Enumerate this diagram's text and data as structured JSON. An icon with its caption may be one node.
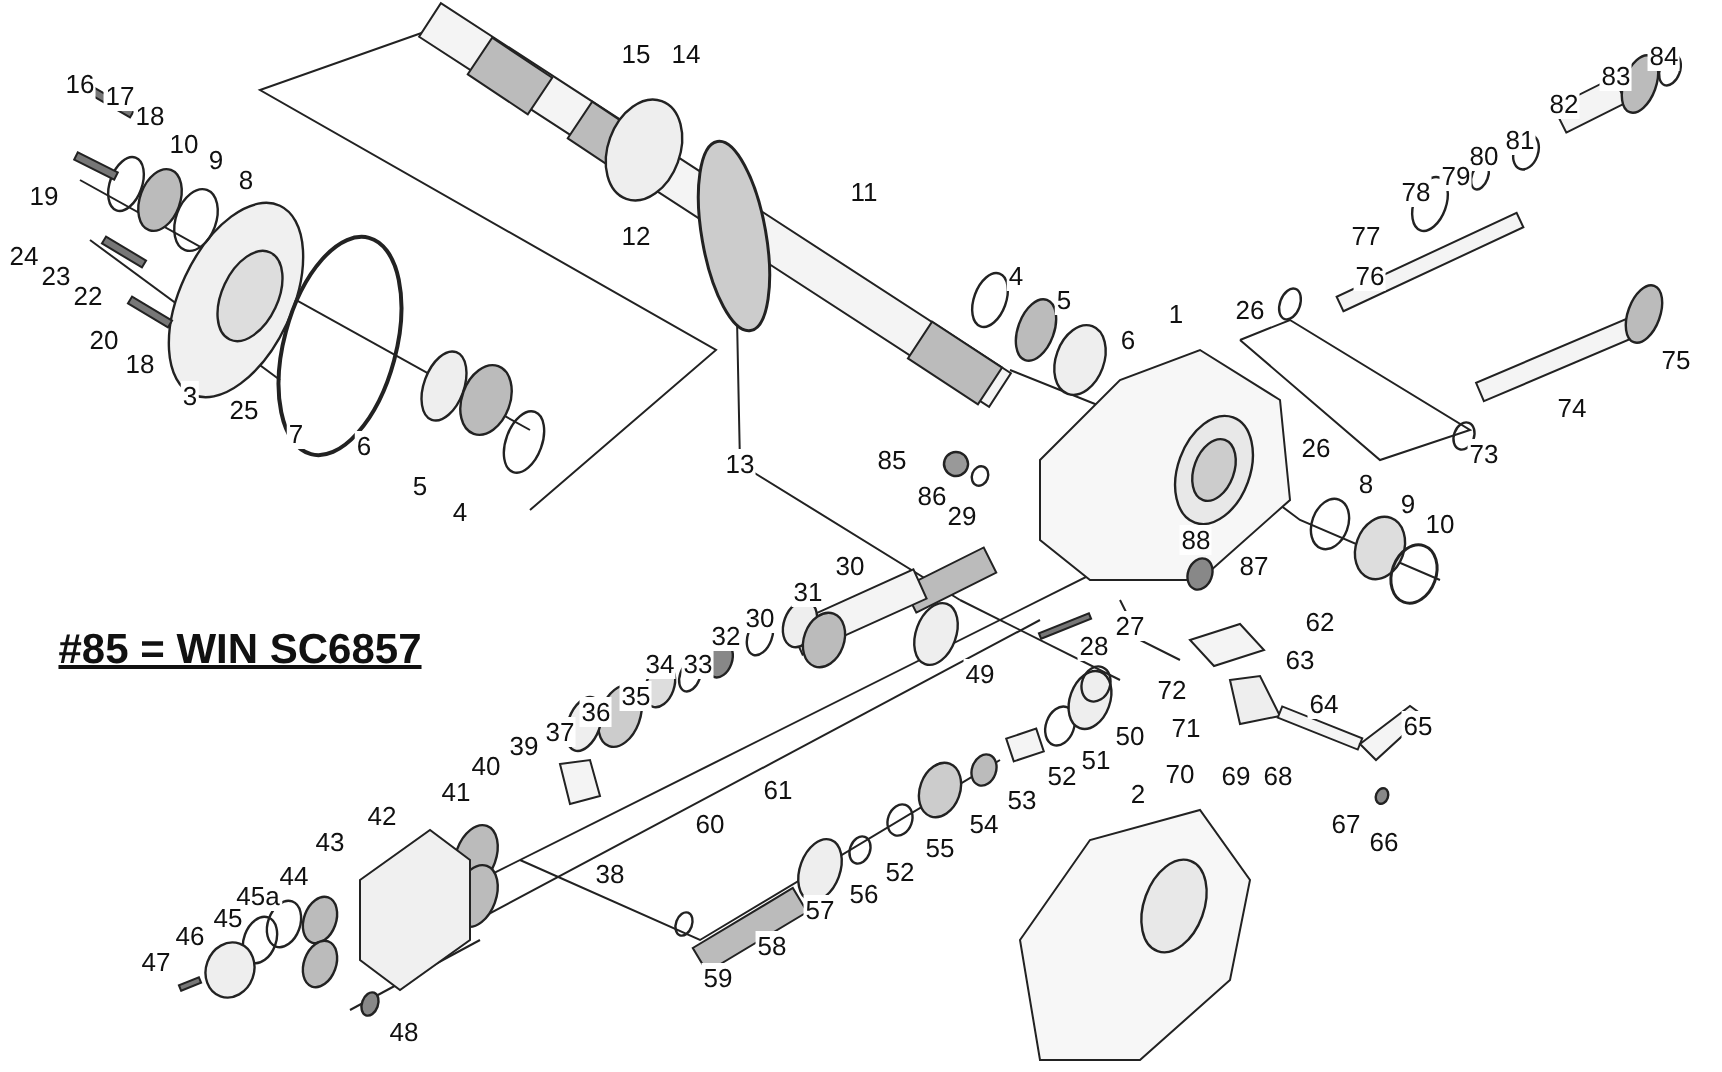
{
  "diagram": {
    "labels": [
      "15",
      "14",
      "16",
      "17",
      "18",
      "84",
      "83",
      "10",
      "9",
      "82",
      "8",
      "19",
      "81",
      "80",
      "79",
      "78",
      "11",
      "77",
      "12",
      "24",
      "23",
      "22",
      "76",
      "4",
      "5",
      "26",
      "1",
      "20",
      "6",
      "18",
      "75",
      "3",
      "25",
      "74",
      "7",
      "13",
      "26",
      "73",
      "85",
      "86",
      "8",
      "6",
      "5",
      "4",
      "9",
      "29",
      "10",
      "88",
      "30",
      "87",
      "31",
      "#85 = WIN SC6857",
      "62",
      "27",
      "32",
      "30",
      "28",
      "34",
      "33",
      "63",
      "49",
      "72",
      "35",
      "64",
      "36",
      "65",
      "71",
      "37",
      "50",
      "39",
      "51",
      "40",
      "70",
      "69",
      "68",
      "52",
      "41",
      "2",
      "53",
      "61",
      "42",
      "54",
      "60",
      "67",
      "43",
      "66",
      "55",
      "38",
      "52",
      "44",
      "56",
      "45a",
      "57",
      "45",
      "46",
      "58",
      "47",
      "59",
      "48"
    ]
  }
}
